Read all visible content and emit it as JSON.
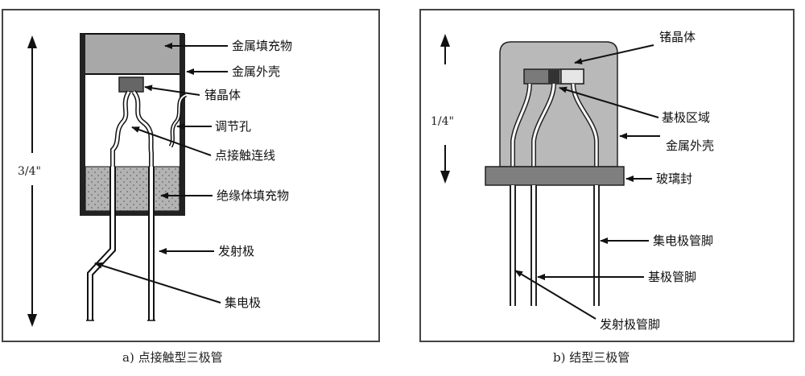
{
  "panel_a": {
    "caption": "a) 点接触型三极管",
    "dimension": "3/4\"",
    "labels": {
      "metal_filler": "金属填充物",
      "metal_shell": "金属外壳",
      "germanium": "锗晶体",
      "adjust_hole": "调节孔",
      "point_contact_wire": "点接触连线",
      "insulator_filler": "绝缘体填充物",
      "emitter": "发射极",
      "collector": "集电极"
    }
  },
  "panel_b": {
    "caption": "b) 结型三极管",
    "dimension": "1/4\"",
    "labels": {
      "germanium": "锗晶体",
      "base_region": "基极区域",
      "metal_shell": "金属外壳",
      "glass_seal": "玻璃封",
      "collector_pin": "集电极管脚",
      "base_pin": "基极管脚",
      "emitter_pin": "发射极管脚"
    }
  },
  "colors": {
    "metal_filler": "#a8a8a8",
    "germanium": "#666666",
    "shell_b": "#b9b9b9",
    "glass_seal": "#7f7f7f",
    "outline": "#111111"
  }
}
